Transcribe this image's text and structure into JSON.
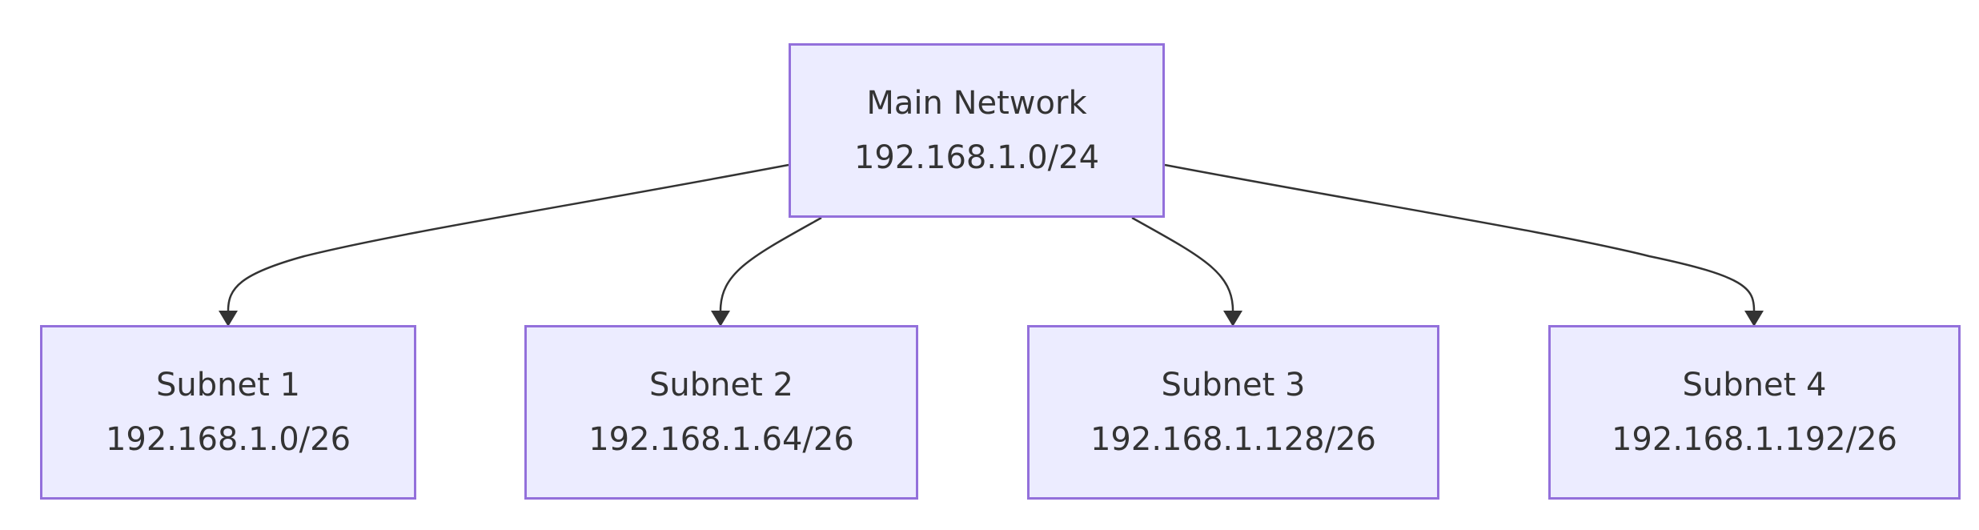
{
  "colors": {
    "node_fill": "#ececff",
    "node_border": "#9370db",
    "edge": "#333333",
    "text": "#333333"
  },
  "nodes": {
    "main": {
      "name": "Main Network",
      "cidr": "192.168.1.0/24"
    },
    "subnets": [
      {
        "name": "Subnet 1",
        "cidr": "192.168.1.0/26"
      },
      {
        "name": "Subnet 2",
        "cidr": "192.168.1.64/26"
      },
      {
        "name": "Subnet 3",
        "cidr": "192.168.1.128/26"
      },
      {
        "name": "Subnet 4",
        "cidr": "192.168.1.192/26"
      }
    ]
  },
  "edges": [
    {
      "from": "Main Network",
      "to": "Subnet 1"
    },
    {
      "from": "Main Network",
      "to": "Subnet 2"
    },
    {
      "from": "Main Network",
      "to": "Subnet 3"
    },
    {
      "from": "Main Network",
      "to": "Subnet 4"
    }
  ]
}
